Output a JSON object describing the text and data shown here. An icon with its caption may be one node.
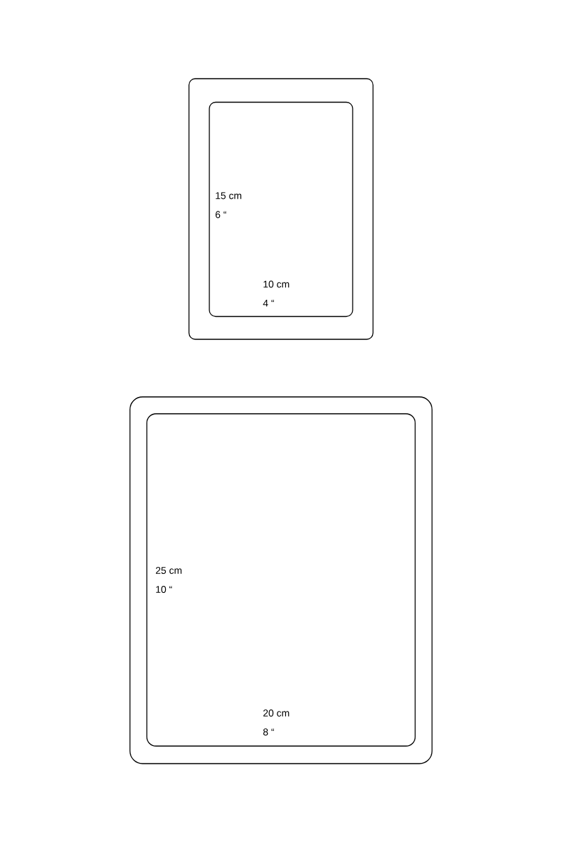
{
  "diagram": {
    "nodes": [
      {
        "text": [],
        "shape": "box"
      },
      {
        "text": [
          "15 cm",
          "6 “",
          "10 cm",
          "4 “"
        ],
        "in": 0
      },
      {
        "text": [],
        "shape": "box"
      },
      {
        "text": [
          "25 cm",
          "10 “",
          "20 cm",
          "8 “"
        ],
        "in": 2
      }
    ]
  }
}
